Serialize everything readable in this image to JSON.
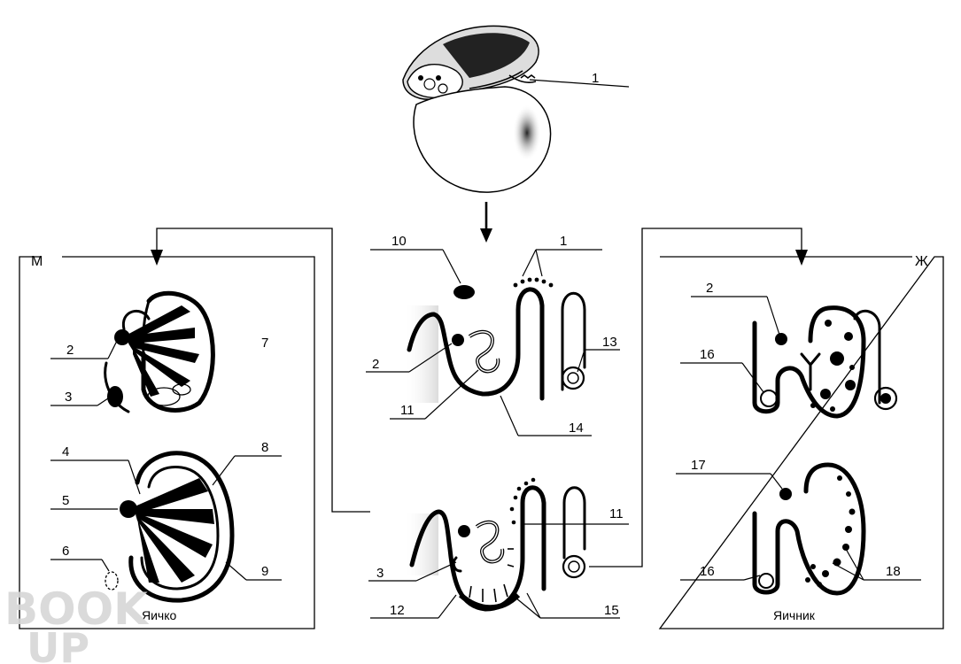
{
  "labels": {
    "n1": "1",
    "n1b": "1",
    "n2a": "2",
    "n2b": "2",
    "n2c": "2",
    "n3a": "3",
    "n3b": "3",
    "n4": "4",
    "n5": "5",
    "n6": "6",
    "n7": "7",
    "n8": "8",
    "n9": "9",
    "n10": "10",
    "n11a": "11",
    "n11b": "11",
    "n12": "12",
    "n13": "13",
    "n14": "14",
    "n15": "15",
    "n16a": "16",
    "n16b": "16",
    "n17": "17",
    "n18": "18"
  },
  "panels": {
    "male_sign": "М",
    "female_sign": "Ж",
    "testis_caption": "Яичко",
    "ovary_caption": "Яичник"
  },
  "watermark": {
    "line1": "BOOK",
    "line2": "UP"
  }
}
